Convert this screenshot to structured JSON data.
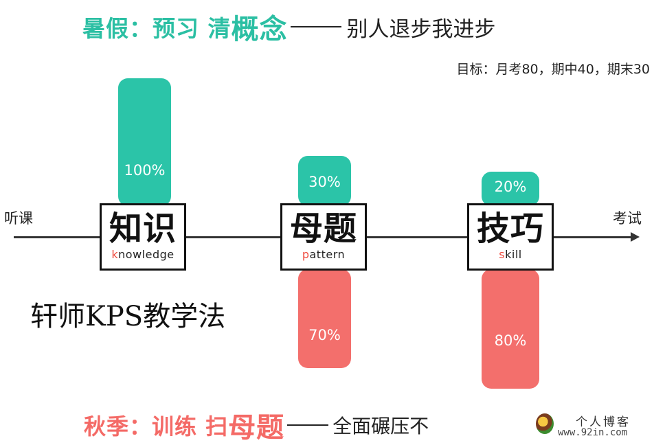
{
  "header": {
    "prefix": "暑假：预习 清",
    "emphasis": "概念",
    "suffix": "别人退步我进步"
  },
  "goal": "目标：月考80，期中40，期末30",
  "axis": {
    "start": "听课",
    "end": "考试"
  },
  "stages": [
    {
      "cn": "知识",
      "en_first": "k",
      "en_rest": "nowledge",
      "top_pct": "100%",
      "bottom_pct": ""
    },
    {
      "cn": "母题",
      "en_first": "p",
      "en_rest": "attern",
      "top_pct": "30%",
      "bottom_pct": "70%"
    },
    {
      "cn": "技巧",
      "en_first": "s",
      "en_rest": "kill",
      "top_pct": "20%",
      "bottom_pct": "80%"
    }
  ],
  "method": "轩师KPS教学法",
  "footer": {
    "prefix": "秋季：训练 扫",
    "emphasis": "母题",
    "suffix": "全面碾压不"
  },
  "watermark": {
    "name": "个人博客",
    "url": "www.92in.com"
  },
  "colors": {
    "teal": "#2bc4a8",
    "red": "#f36f6c"
  }
}
